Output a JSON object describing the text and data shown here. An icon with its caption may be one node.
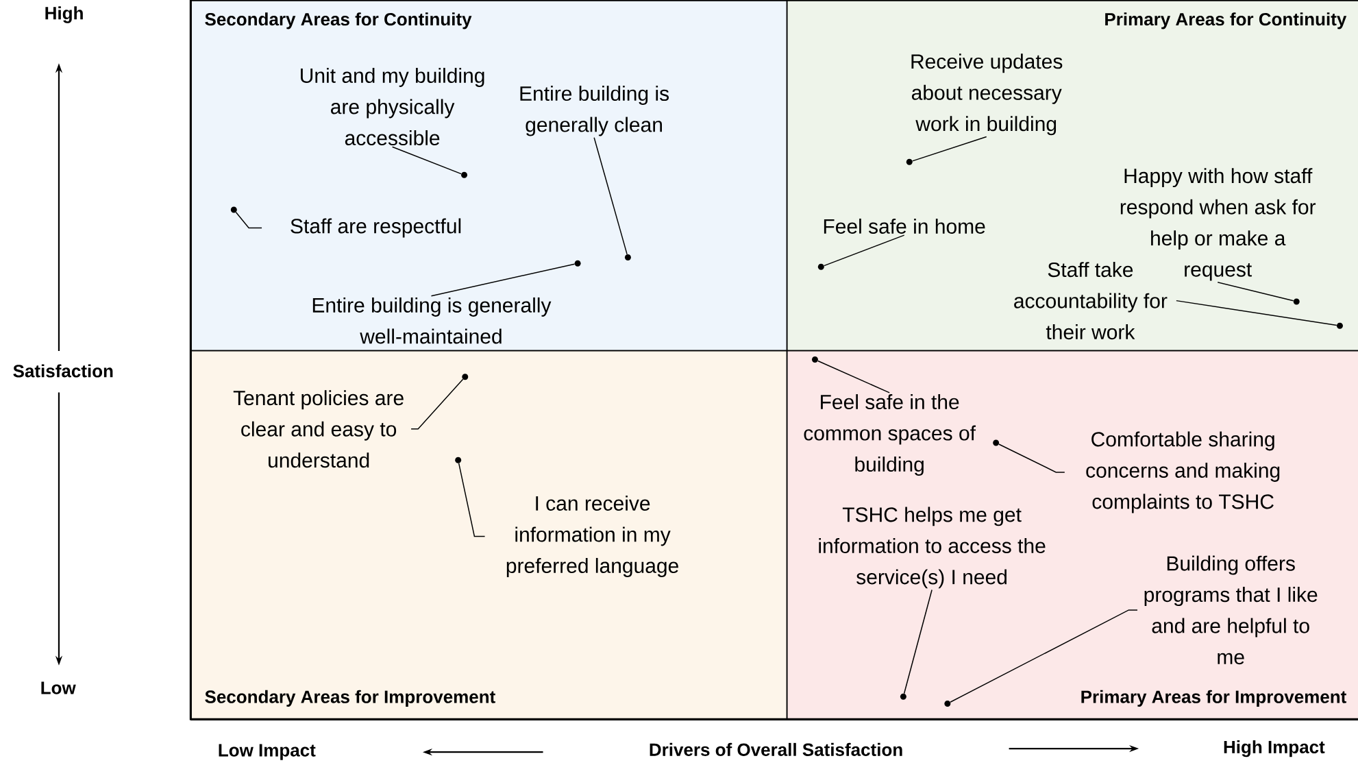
{
  "diagram": {
    "nodes": [
      {
        "text": [
          "Secondary Areas for Continuity"
        ]
      },
      {
        "text": [
          "Unit and my building are physically accessible"
        ],
        "in": 0
      },
      {
        "text": [
          "Entire building is generally clean"
        ],
        "in": 0
      },
      {
        "text": [
          "Staff are respectful"
        ],
        "in": 0
      },
      {
        "text": [
          "Entire building is generally well-maintained"
        ],
        "in": 0
      },
      {
        "text": [],
        "shape": "circle",
        "in": 0
      },
      {
        "text": [],
        "shape": "circle",
        "in": 0
      },
      {
        "text": [],
        "shape": "circle",
        "in": 0
      },
      {
        "text": [],
        "shape": "circle",
        "in": 0
      },
      {
        "text": [
          "Primary Areas for Continuity"
        ]
      },
      {
        "text": [
          "Receive updates about necessary work in building"
        ],
        "in": 9
      },
      {
        "text": [
          "Feel safe in home"
        ],
        "in": 9
      },
      {
        "text": [
          "Happy with how staff respond when ask for help or make a request"
        ],
        "in": 9
      },
      {
        "text": [
          "Staff take accountability for their work"
        ],
        "in": 9
      },
      {
        "text": [],
        "shape": "circle",
        "in": 9
      },
      {
        "text": [],
        "shape": "circle",
        "in": 9
      },
      {
        "text": [],
        "shape": "circle",
        "in": 9
      },
      {
        "text": [],
        "shape": "circle",
        "in": 9
      },
      {
        "text": [
          "Secondary Areas for Improvement"
        ]
      },
      {
        "text": [
          "Tenant policies are clear and easy to understand"
        ],
        "in": 18
      },
      {
        "text": [
          "I can receive information in my preferred language"
        ],
        "in": 18
      },
      {
        "text": [],
        "shape": "circle",
        "in": 18
      },
      {
        "text": [],
        "shape": "circle",
        "in": 18
      },
      {
        "text": [
          "Primary Areas for Improvement"
        ]
      },
      {
        "text": [
          "Feel safe in the common spaces of building"
        ],
        "in": 23
      },
      {
        "text": [
          "Comfortable sharing concerns and making complaints to TSHC"
        ],
        "in": 23
      },
      {
        "text": [
          "TSHC helps me get information to access the service(s) I need"
        ],
        "in": 23
      },
      {
        "text": [
          "Building offers programs that I like and are helpful to me"
        ],
        "in": 23
      },
      {
        "text": [],
        "shape": "circle",
        "in": 23
      },
      {
        "text": [],
        "shape": "circle",
        "in": 23
      },
      {
        "text": [],
        "shape": "circle",
        "in": 23
      },
      {
        "text": [],
        "shape": "circle",
        "in": 23
      }
    ],
    "edges": [
      {
        "from": 1,
        "to": 6,
        "arrow": "none"
      },
      {
        "from": 2,
        "to": 8,
        "arrow": "none"
      },
      {
        "from": 3,
        "to": 5,
        "arrow": "none"
      },
      {
        "from": 4,
        "to": 7,
        "arrow": "none"
      },
      {
        "from": 10,
        "to": 15,
        "arrow": "none"
      },
      {
        "from": 11,
        "to": 14,
        "arrow": "none"
      },
      {
        "from": 12,
        "to": 16,
        "arrow": "none"
      },
      {
        "from": 13,
        "to": 17,
        "arrow": "none"
      },
      {
        "from": 19,
        "to": 22,
        "arrow": "none"
      },
      {
        "from": 20,
        "to": 21,
        "arrow": "none"
      },
      {
        "from": 24,
        "to": 28,
        "arrow": "none"
      },
      {
        "from": 25,
        "to": 31,
        "arrow": "none"
      },
      {
        "from": 26,
        "to": 29,
        "arrow": "none"
      },
      {
        "from": 27,
        "to": 30,
        "arrow": "none"
      }
    ],
    "labels": [
      "High",
      "Satisfaction",
      "Low",
      "Low Impact",
      "Drivers of Overall Satisfaction",
      "High Impact"
    ]
  }
}
